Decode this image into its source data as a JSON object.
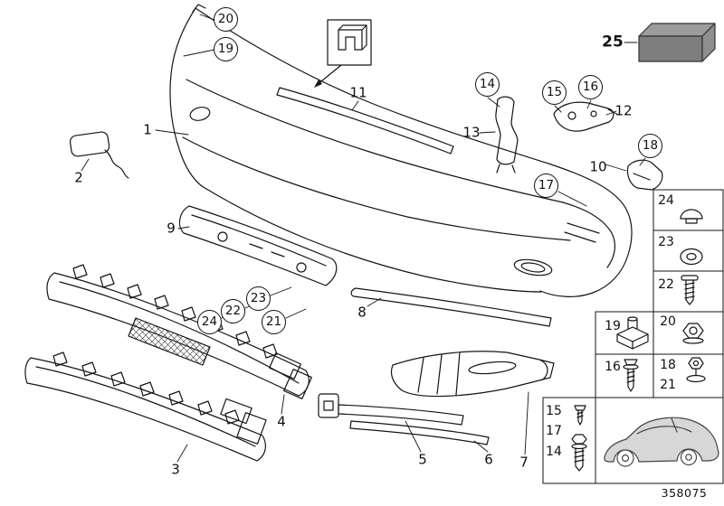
{
  "figure": {
    "footer_code": "358075"
  },
  "callouts": {
    "plain": {
      "n1": "1",
      "n2": "2",
      "n3": "3",
      "n4": "4",
      "n5": "5",
      "n6": "6",
      "n7": "7",
      "n8": "8",
      "n9": "9",
      "n10": "10",
      "n11": "11",
      "n12": "12",
      "n13": "13"
    },
    "circled": {
      "n14": "14",
      "n15": "15",
      "n16": "16",
      "n17": "17",
      "n18": "18",
      "n19": "19",
      "n20": "20",
      "n21": "21",
      "n22": "22",
      "n23": "23",
      "n24": "24"
    },
    "block": {
      "n25": "25"
    }
  },
  "hardware_panel": {
    "cells": [
      {
        "label": "24",
        "icon": "cap-nut-icon"
      },
      {
        "label": "23",
        "icon": "grommet-icon"
      },
      {
        "label": "22",
        "icon": "screw-icon"
      },
      {
        "label": "19",
        "icon": "expanding-nut-icon"
      },
      {
        "label": "20",
        "icon": "hex-flange-nut-icon"
      },
      {
        "label": "16",
        "icon": "screw-with-washer-icon"
      },
      {
        "label": "18",
        "icon": "hex-nut-washer-icon"
      },
      {
        "label": "21",
        "icon": "hex-nut-washer-icon"
      },
      {
        "label": "15",
        "icon": "small-screw-icon"
      },
      {
        "label": "17",
        "icon": "small-screw-icon"
      },
      {
        "label": "14",
        "icon": "hex-bolt-icon"
      }
    ],
    "car_thumbnail": "car-silhouette"
  },
  "colors": {
    "line": "#151515",
    "background": "#ffffff",
    "foam_block_front": "#7e7e7e",
    "foam_block_top": "#9c9c9c",
    "foam_block_side": "#8e8e8e",
    "car_fill": "#d7d7d7"
  }
}
